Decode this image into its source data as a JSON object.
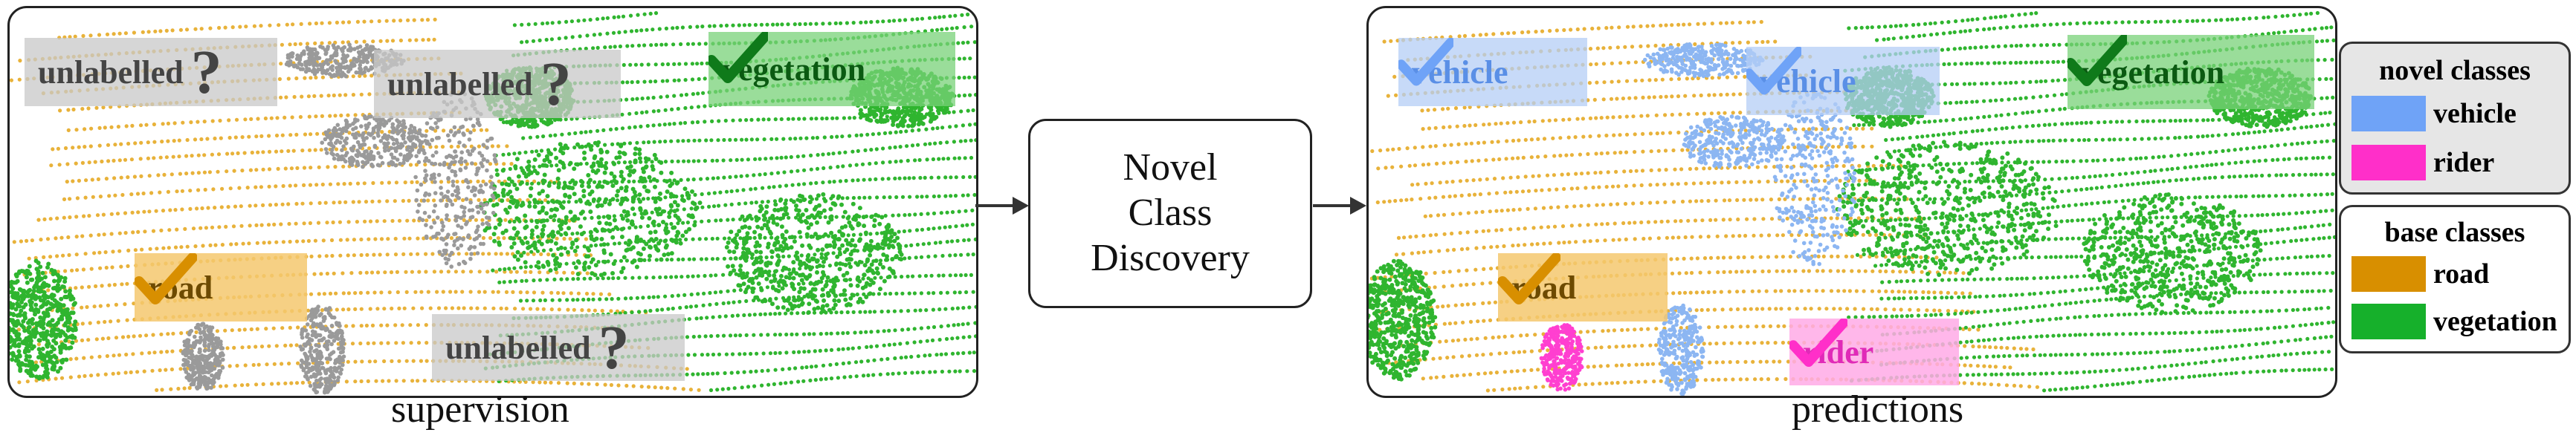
{
  "supervision": {
    "caption": "supervision",
    "labels": {
      "unlabelled_1": "unlabelled",
      "unlabelled_2": "unlabelled",
      "unlabelled_3": "unlabelled",
      "vegetation": "vegetation",
      "road": "road"
    }
  },
  "process_box": {
    "lines": [
      "Novel",
      "Class",
      "Discovery"
    ]
  },
  "predictions": {
    "caption": "predictions",
    "labels": {
      "vehicle_1": "vehicle",
      "vehicle_2": "vehicle",
      "vegetation": "vegetation",
      "road": "road",
      "rider": "rider"
    }
  },
  "legend": {
    "novel": {
      "title": "novel classes",
      "items": [
        {
          "label": "vehicle",
          "color": "#6fa3f7"
        },
        {
          "label": "rider",
          "color": "#ff2fc9"
        }
      ]
    },
    "base": {
      "title": "base classes",
      "items": [
        {
          "label": "road",
          "color": "#d88f00"
        },
        {
          "label": "vegetation",
          "color": "#16b02b"
        }
      ]
    }
  },
  "symbols": {
    "question_mark": "?",
    "check": "check-icon"
  },
  "colors": {
    "road": "#e8b23a",
    "vegetation": "#2fb52f",
    "unlabelled": "#9a9a9a",
    "vehicle": "#8cb6f2",
    "rider": "#ff3fd0"
  }
}
